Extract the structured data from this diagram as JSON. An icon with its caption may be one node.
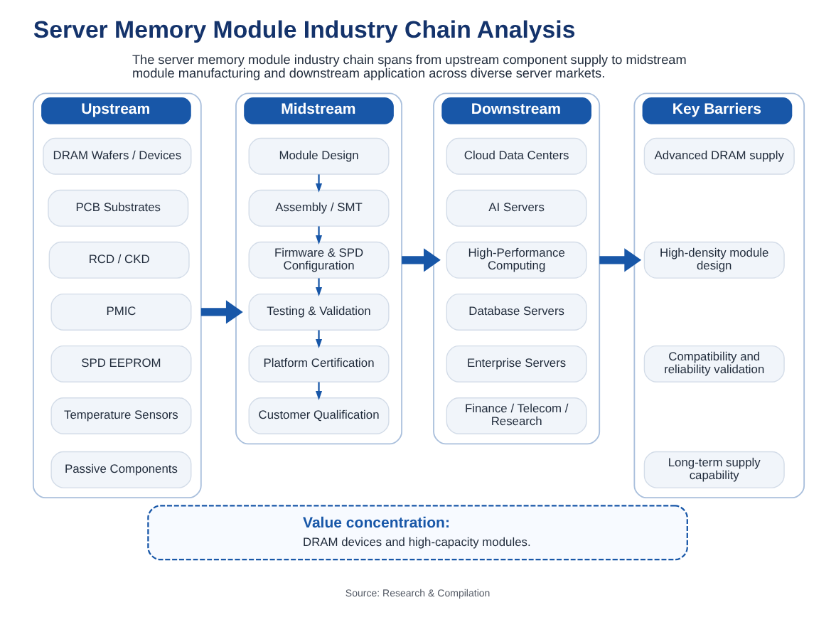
{
  "diagram": {
    "title": "Server Memory Module Industry Chain Analysis",
    "nodes": [
      {
        "text": [
          "Upstream"
        ]
      },
      {
        "text": [
          "DRAM Wafers / Devices"
        ],
        "in": 0
      },
      {
        "text": [
          "PCB Substrates"
        ],
        "in": 0
      },
      {
        "text": [
          "RCD / CKD"
        ],
        "in": 0
      },
      {
        "text": [
          "PMIC"
        ],
        "in": 0
      },
      {
        "text": [
          "SPD EEPROM"
        ],
        "in": 0
      },
      {
        "text": [
          "Temperature Sensors"
        ],
        "in": 0
      },
      {
        "text": [
          "Passive Components"
        ],
        "in": 0
      },
      {
        "text": [
          "Midstream"
        ]
      },
      {
        "text": [
          "Module Design"
        ],
        "in": 8
      },
      {
        "text": [
          "Assembly / SMT"
        ],
        "in": 8
      },
      {
        "text": [
          "Firmware & SPD Configuration"
        ],
        "in": 8
      },
      {
        "text": [
          "Testing & Validation"
        ],
        "in": 8
      },
      {
        "text": [
          "Platform Certification"
        ],
        "in": 8
      },
      {
        "text": [
          "Customer Qualification"
        ],
        "in": 8
      },
      {
        "text": [
          "Downstream"
        ]
      },
      {
        "text": [
          "Cloud Data Centers"
        ],
        "in": 15
      },
      {
        "text": [
          "AI Servers"
        ],
        "in": 15
      },
      {
        "text": [
          "High-Performance Computing"
        ],
        "in": 15
      },
      {
        "text": [
          "Database Servers"
        ],
        "in": 15
      },
      {
        "text": [
          "Enterprise Servers"
        ],
        "in": 15
      },
      {
        "text": [
          "Finance / Telecom / Research"
        ],
        "in": 15
      },
      {
        "text": [
          "Key Barriers"
        ]
      },
      {
        "text": [
          "Advanced DRAM supply"
        ],
        "in": 22
      },
      {
        "text": [
          "High-density module design"
        ],
        "in": 22
      },
      {
        "text": [
          "Compatibility and reliability validation"
        ],
        "in": 22
      },
      {
        "text": [
          "Long-term supply capability"
        ],
        "in": 22
      },
      {
        "text": [
          "Value concentration:",
          "DRAM devices and high-capacity modules."
        ]
      }
    ],
    "edges": [
      {
        "from": 0,
        "to": 8,
        "arrow": "to",
        "style": "thick"
      },
      {
        "from": 9,
        "to": 10,
        "arrow": "to"
      },
      {
        "from": 10,
        "to": 11,
        "arrow": "to"
      },
      {
        "from": 11,
        "to": 12,
        "arrow": "to"
      },
      {
        "from": 12,
        "to": 13,
        "arrow": "to"
      },
      {
        "from": 13,
        "to": 14,
        "arrow": "to"
      },
      {
        "from": 8,
        "to": 15,
        "arrow": "to",
        "style": "thick"
      },
      {
        "from": 15,
        "to": 22,
        "arrow": "to",
        "style": "thick"
      }
    ],
    "labels": [
      "The server memory module industry chain spans from upstream component supply to midstream module manufacturing and downstream application across diverse server markets.",
      "Source: Research & Compilation"
    ]
  }
}
